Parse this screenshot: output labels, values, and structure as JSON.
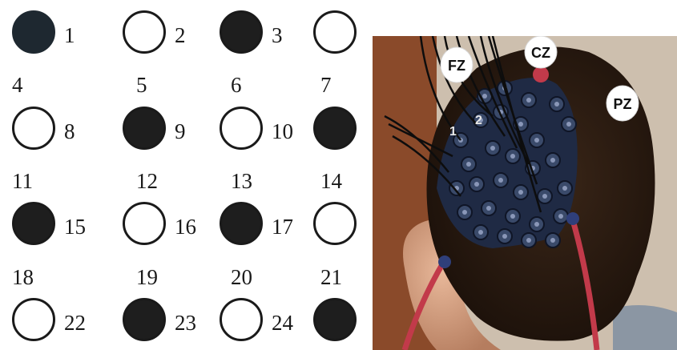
{
  "electrode_grid": {
    "cells": [
      {
        "label": "1",
        "state": "filled"
      },
      {
        "label": "2",
        "state": "open"
      },
      {
        "label": "3",
        "state": "filled"
      },
      {
        "label": "",
        "state": "open"
      },
      {
        "label": "8",
        "state": "open"
      },
      {
        "label": "9",
        "state": "filled"
      },
      {
        "label": "10",
        "state": "open"
      },
      {
        "label": "",
        "state": "filled"
      },
      {
        "label": "15",
        "state": "filled"
      },
      {
        "label": "16",
        "state": "open"
      },
      {
        "label": "17",
        "state": "filled"
      },
      {
        "label": "",
        "state": "open"
      },
      {
        "label": "22",
        "state": "open"
      },
      {
        "label": "23",
        "state": "filled"
      },
      {
        "label": "24",
        "state": "open"
      },
      {
        "label": "",
        "state": "filled"
      }
    ],
    "between_rows": [
      [
        "4",
        "5",
        "6",
        "7"
      ],
      [
        "11",
        "12",
        "13",
        "14"
      ],
      [
        "18",
        "19",
        "20",
        "21"
      ]
    ]
  },
  "photo": {
    "site_labels": {
      "fz": "FZ",
      "cz": "CZ",
      "pz": "PZ"
    },
    "cap_labels": {
      "one": "1",
      "two": "2"
    }
  },
  "colors": {
    "filled": "#1e1e1e",
    "cap": "#1f2a44",
    "hair": "#2a1b12",
    "wall": "#c9b9a6",
    "door": "#8a4a2a",
    "strap": "#c23a4a"
  }
}
